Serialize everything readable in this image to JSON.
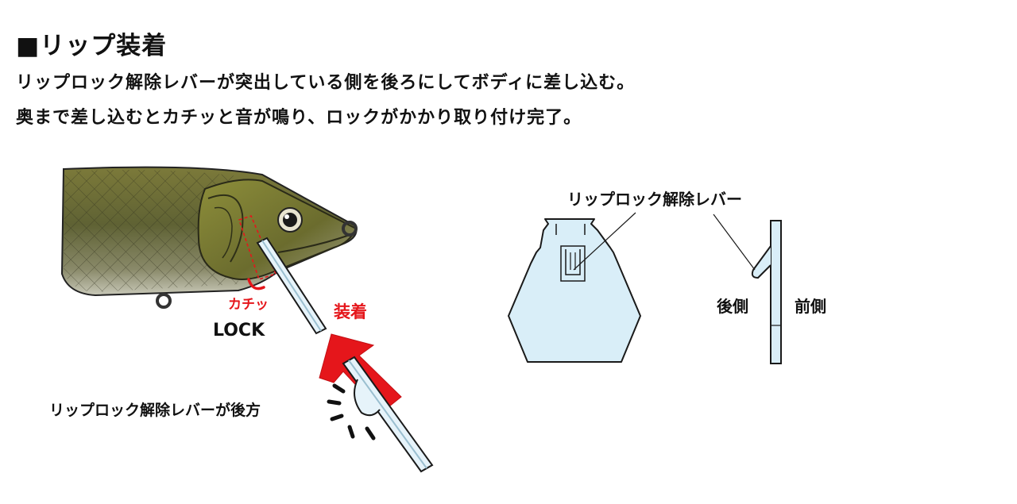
{
  "header": {
    "title": "■リップ装着",
    "line1": "リップロック解除レバーが突出している側を後ろにしてボディに差し込む。",
    "line2": "奥まで差し込むとカチッと音が鳴り、ロックがかかり取り付け完了。"
  },
  "left_diagram": {
    "click_label": "カチッ",
    "lock_label": "LOCK",
    "attach_label": "装着",
    "lever_back_label": "リップロック解除レバーが後方"
  },
  "right_diagram": {
    "lever_label": "リップロック解除レバー",
    "rear_label": "後側",
    "front_label": "前側"
  },
  "colors": {
    "accent_red": "#e5161b",
    "lip_fill": "#d9eef8",
    "outline": "#1a1a1a"
  }
}
